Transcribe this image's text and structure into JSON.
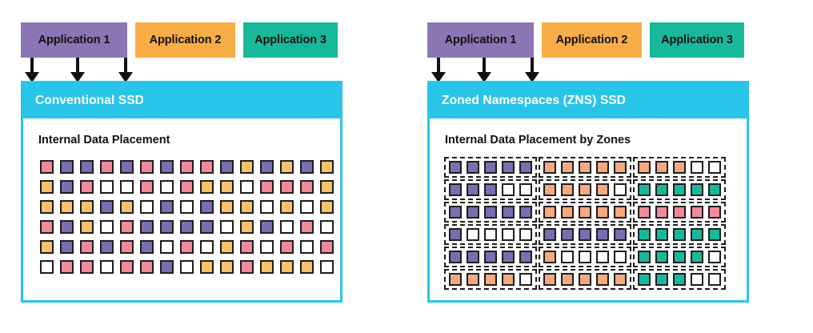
{
  "diagram": {
    "title_not_shown": "",
    "colors": {
      "app1_purple": "#8b76b5",
      "app2_orange": "#f9ad46",
      "app3_teal": "#18b99a",
      "ssd_cyan": "#29c5e8",
      "cell_pink": "#f2899b",
      "cell_purple": "#7d6cb0",
      "cell_amber": "#fbc16a",
      "cell_peach": "#f4a97f",
      "cell_teal": "#18b99a",
      "cell_empty": "#ffffff",
      "cell_border": "#1d1d1d",
      "arrow": "#111111"
    },
    "panels": [
      {
        "id": "conventional",
        "apps": [
          {
            "label": "Application 1",
            "color": "#8b76b5"
          },
          {
            "label": "Application 2",
            "color": "#f9ad46"
          },
          {
            "label": "Application 3",
            "color": "#18b99a"
          }
        ],
        "header_label": "Conventional SSD",
        "subtitle": "Internal Data Placement",
        "grid_type": "unzoned",
        "grid_rows": 6,
        "grid_cols": 15,
        "grid": [
          [
            "pink",
            "purple",
            "purple",
            "pink",
            "purple",
            "pink",
            "purple",
            "pink",
            "pink",
            "purple",
            "amber",
            "purple",
            "amber",
            "purple",
            "amber"
          ],
          [
            "amber",
            "purple",
            "pink",
            "empty",
            "empty",
            "pink",
            "empty",
            "pink",
            "amber",
            "amber",
            "empty",
            "pink",
            "pink",
            "pink",
            "amber"
          ],
          [
            "amber",
            "amber",
            "amber",
            "purple",
            "amber",
            "empty",
            "purple",
            "empty",
            "purple",
            "amber",
            "amber",
            "empty",
            "amber",
            "empty",
            "amber"
          ],
          [
            "pink",
            "purple",
            "amber",
            "empty",
            "pink",
            "purple",
            "purple",
            "purple",
            "purple",
            "empty",
            "amber",
            "purple",
            "empty",
            "pink",
            "empty"
          ],
          [
            "amber",
            "purple",
            "pink",
            "purple",
            "pink",
            "purple",
            "empty",
            "pink",
            "empty",
            "amber",
            "pink",
            "empty",
            "pink",
            "empty",
            "pink"
          ],
          [
            "empty",
            "pink",
            "pink",
            "empty",
            "pink",
            "pink",
            "purple",
            "empty",
            "amber",
            "amber",
            "pink",
            "amber",
            "amber",
            "amber",
            "empty"
          ]
        ]
      },
      {
        "id": "zns",
        "apps": [
          {
            "label": "Application 1",
            "color": "#8b76b5"
          },
          {
            "label": "Application 2",
            "color": "#f9ad46"
          },
          {
            "label": "Application 3",
            "color": "#18b99a"
          }
        ],
        "header_label": "Zoned Namespaces (ZNS) SSD",
        "subtitle": "Internal Data Placement by Zones",
        "grid_type": "zoned",
        "grid_rows": 6,
        "zones_per_row": 3,
        "cols_per_zone": 5,
        "grid": [
          [
            [
              "purple",
              "purple",
              "purple",
              "purple",
              "purple"
            ],
            [
              "peach",
              "peach",
              "peach",
              "peach",
              "peach"
            ],
            [
              "peach",
              "peach",
              "peach",
              "empty",
              "empty"
            ]
          ],
          [
            [
              "purple",
              "purple",
              "purple",
              "empty",
              "empty"
            ],
            [
              "peach",
              "peach",
              "peach",
              "peach",
              "empty"
            ],
            [
              "teal",
              "teal",
              "teal",
              "teal",
              "teal"
            ]
          ],
          [
            [
              "purple",
              "purple",
              "purple",
              "purple",
              "purple"
            ],
            [
              "peach",
              "peach",
              "peach",
              "peach",
              "peach"
            ],
            [
              "pink",
              "pink",
              "pink",
              "pink",
              "pink"
            ]
          ],
          [
            [
              "purple",
              "empty",
              "empty",
              "empty",
              "empty"
            ],
            [
              "purple",
              "purple",
              "purple",
              "purple",
              "purple"
            ],
            [
              "teal",
              "teal",
              "teal",
              "teal",
              "teal"
            ]
          ],
          [
            [
              "purple",
              "purple",
              "purple",
              "purple",
              "purple"
            ],
            [
              "peach",
              "empty",
              "empty",
              "empty",
              "empty"
            ],
            [
              "teal",
              "teal",
              "teal",
              "teal",
              "empty"
            ]
          ],
          [
            [
              "peach",
              "peach",
              "peach",
              "peach",
              "empty"
            ],
            [
              "peach",
              "peach",
              "peach",
              "peach",
              "peach"
            ],
            [
              "teal",
              "teal",
              "teal",
              "empty",
              "empty"
            ]
          ]
        ]
      }
    ]
  }
}
